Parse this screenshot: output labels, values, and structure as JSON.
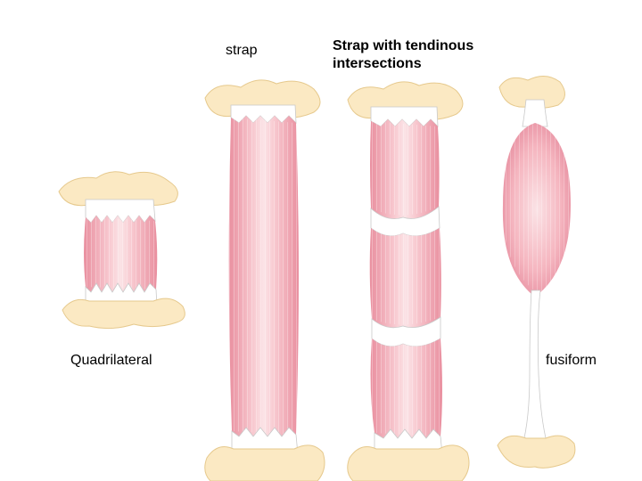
{
  "labels": {
    "strap": "strap",
    "strap_tendinous_line1": "Strap with tendinous",
    "strap_tendinous_line2": "intersections",
    "quadrilateral": "Quadrilateral",
    "fusiform": "fusiform"
  },
  "colors": {
    "muscle": "#f2a9b4",
    "muscle_light": "#fbe3e6",
    "muscle_edge": "#d9788a",
    "tendon": "#ffffff",
    "tendon_edge": "#c9c9c9",
    "bone": "#fbe9c3",
    "bone_edge": "#e6c98d"
  }
}
